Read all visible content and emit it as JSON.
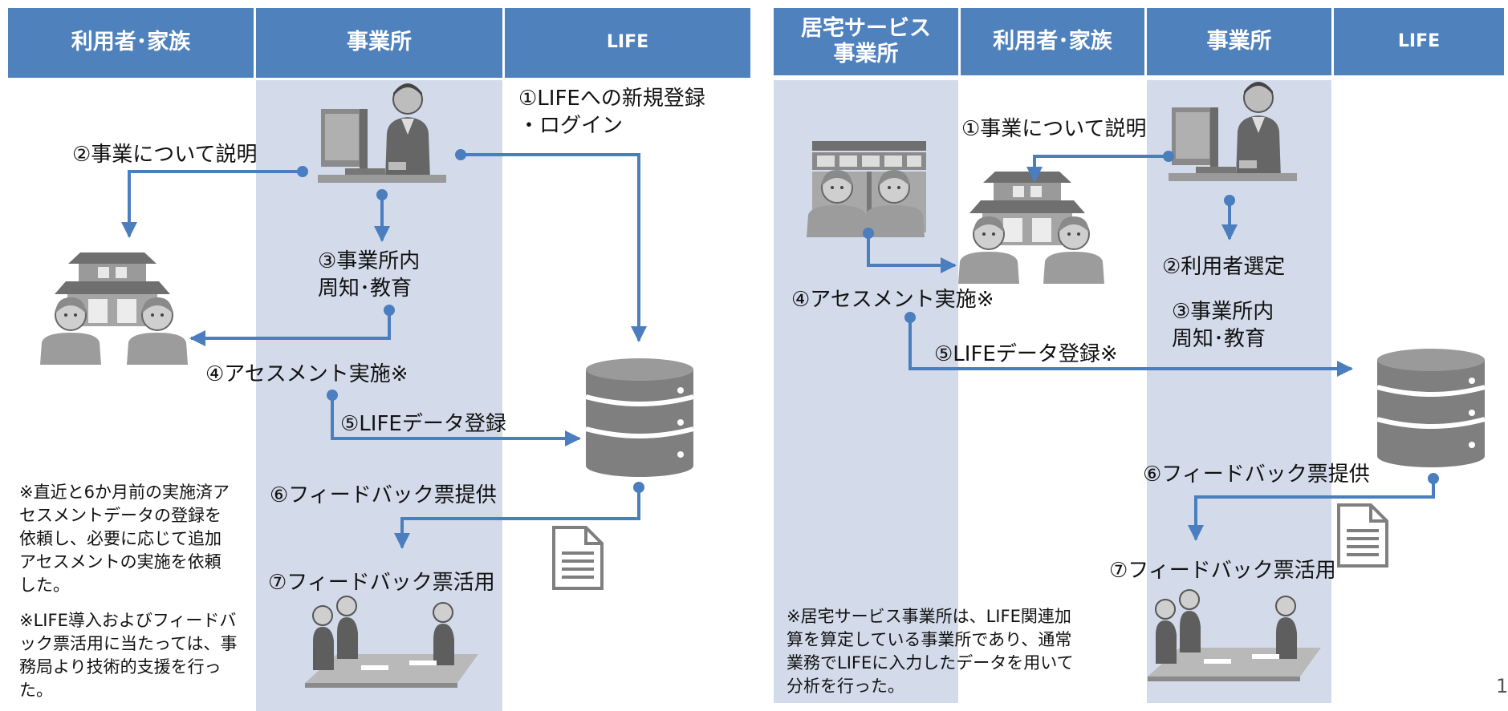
{
  "colors": {
    "header": "#4f81bd",
    "lane": "#d3dbea",
    "arrow": "#4a7ebf",
    "icon": "#808080"
  },
  "left_panel": {
    "headers": [
      "利用者･家族",
      "事業所",
      "LIFE"
    ],
    "steps": {
      "s1": "①LIFEへの新規登録\n・ログイン",
      "s2": "②事業について説明",
      "s3": "③事業所内\n周知･教育",
      "s4": "④アセスメント実施※",
      "s5": "⑤LIFEデータ登録",
      "s6": "⑥フィードバック票提供",
      "s7": "⑦フィードバック票活用"
    },
    "notes": [
      "※直近と6か月前の実施済アセスメントデータの登録を依頼し、必要に応じて追加アセスメントの実施を依頼した。",
      "※LIFE導入およびフィードバック票活用に当たっては、事務局より技術的支援を行った。"
    ]
  },
  "right_panel": {
    "headers": [
      "居宅サービス\n事業所",
      "利用者･家族",
      "事業所",
      "LIFE"
    ],
    "steps": {
      "s1": "①事業について説明",
      "s2": "②利用者選定",
      "s3": "③事業所内\n周知･教育",
      "s4": "④アセスメント実施※",
      "s5": "⑤LIFEデータ登録※",
      "s6": "⑥フィードバック票提供",
      "s7": "⑦フィードバック票活用"
    },
    "notes": [
      "※居宅サービス事業所は、LIFE関連加算を算定している事業所であり、通常業務でLIFEに入力したデータを用いて分析を行った。"
    ]
  },
  "icons": {
    "office_worker": "office-worker-at-computer-icon",
    "house_family": "house-with-family-icon",
    "database": "database-icon",
    "document": "document-icon",
    "meeting": "meeting-people-icon",
    "care_facility": "care-facility-with-staff-icon"
  },
  "page_number": "1"
}
